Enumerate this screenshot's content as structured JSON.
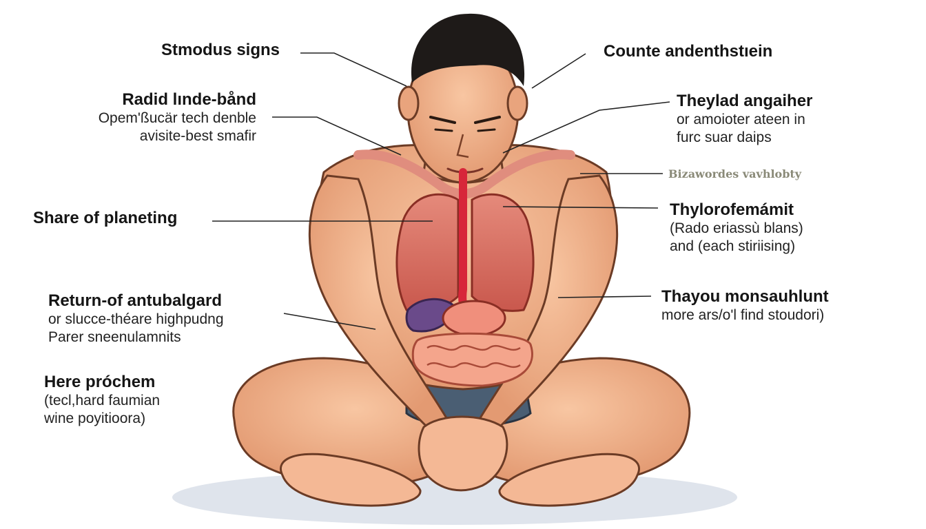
{
  "labels": {
    "top_left": {
      "title": "Stmodus signs"
    },
    "left_1": {
      "title": "Radid lınde-bånd",
      "line1": "Opem'ßucär tech denble",
      "line2": "avisite-best smafir"
    },
    "left_2": {
      "title": "Share of planeting"
    },
    "left_3": {
      "title": "Return-of antubalgard",
      "line1": "or slucce-théare highpudng",
      "line2": "Parer sneenulamnits"
    },
    "left_4": {
      "title": "Here próchem",
      "line1": "(tecl,hard faumian",
      "line2": "wine poyitioora)"
    },
    "top_right": {
      "title": "Counte andenthstıein"
    },
    "right_1": {
      "title": "Theylad angaiher",
      "line1": "or amoioter ateen in",
      "line2": "furc suar daips"
    },
    "right_small": {
      "title": "Bizawordes vavhlobty"
    },
    "right_2": {
      "title": "Thylorofemámit",
      "line1": "(Rado eriassù blans)",
      "line2": "and (each stiriising)"
    },
    "right_3": {
      "title": "Thayou monsauhlunt",
      "line1": "more ars/o'l find stoudori)"
    }
  },
  "colors": {
    "skin": "#f2b28a",
    "skin_shadow": "#d98a63",
    "hair": "#1e1a18",
    "lung": "#d9776a",
    "heart_vessel": "#d7263a",
    "liver": "#6a4a8a",
    "intestine": "#f4a58c",
    "shorts": "#4a5e73",
    "floor_shadow": "#dde2ea",
    "leader_line": "#222222"
  }
}
